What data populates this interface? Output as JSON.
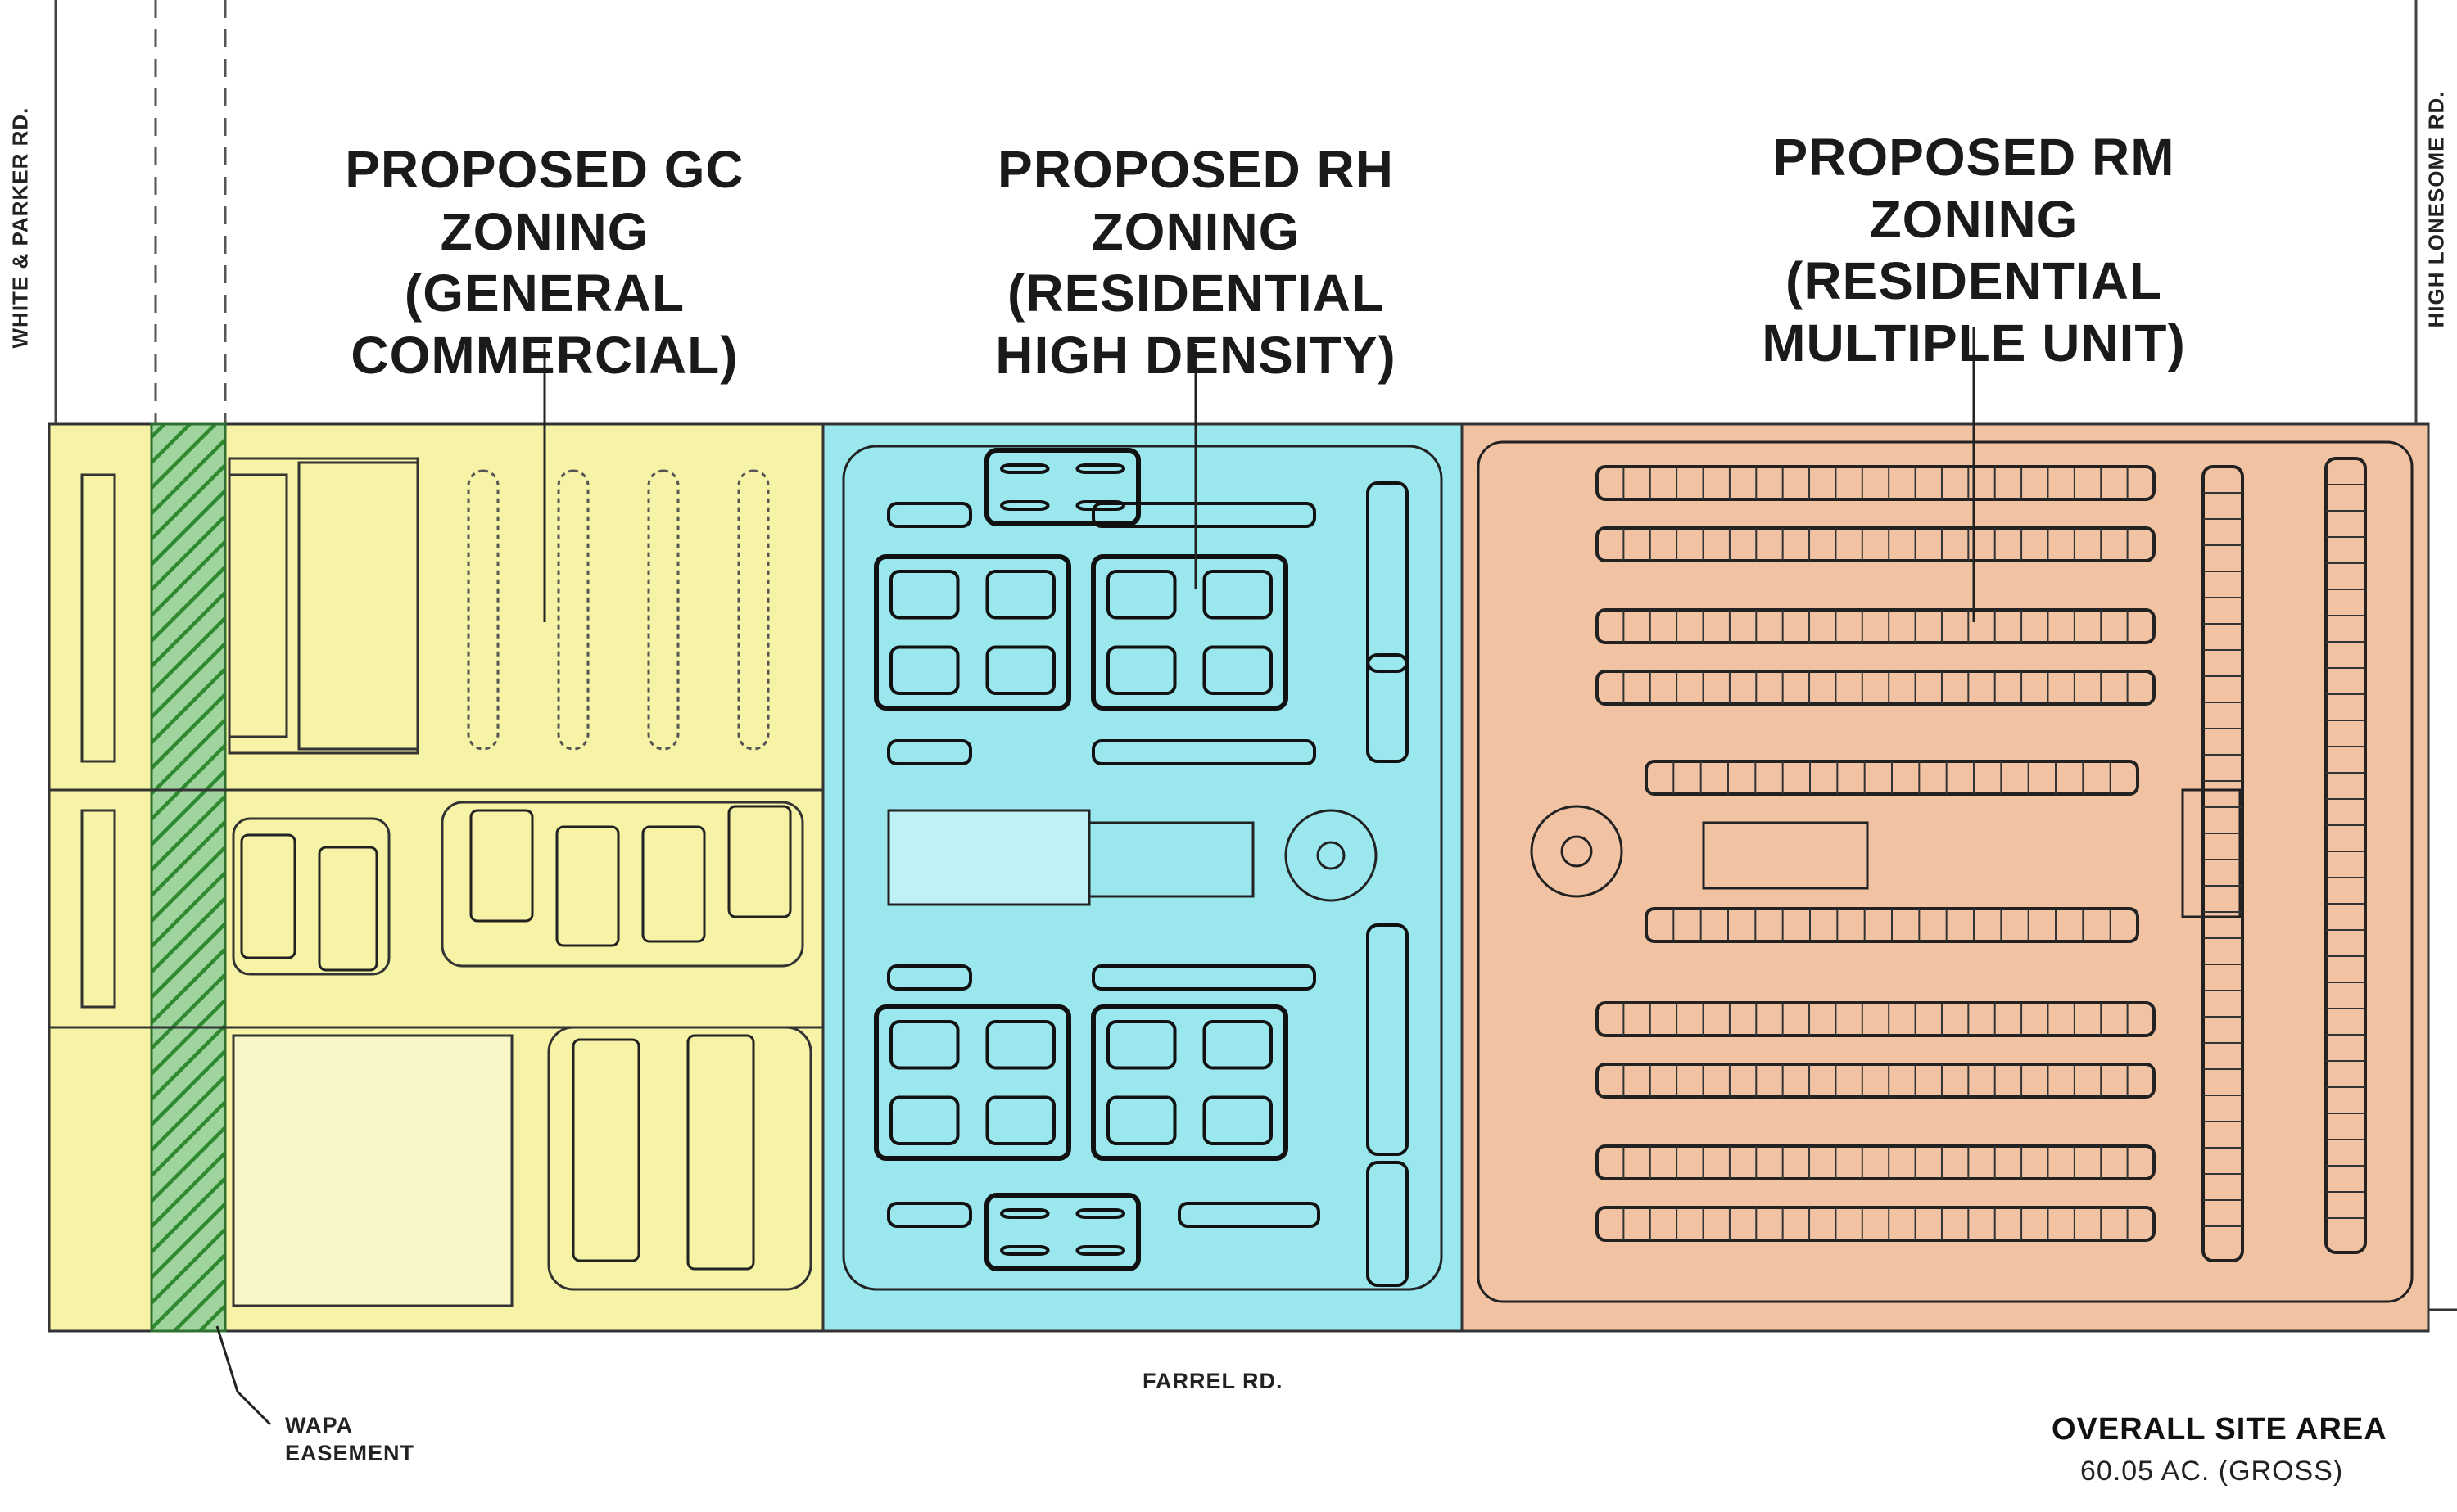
{
  "zones": [
    {
      "id": "gc",
      "label_lines": [
        "PROPOSED GC ZONING",
        "(GENERAL",
        "COMMERCIAL)"
      ],
      "color": "#f6f3a6"
    },
    {
      "id": "rh",
      "label_lines": [
        "PROPOSED RH",
        "ZONING (RESIDENTIAL",
        "HIGH DENSITY)"
      ],
      "color": "#9be7ee"
    },
    {
      "id": "rm",
      "label_lines": [
        "PROPOSED RM ZONING",
        "(RESIDENTIAL",
        "MULTIPLE UNIT)"
      ],
      "color": "#f2c3a3"
    }
  ],
  "roads": {
    "west": "WHITE & PARKER RD.",
    "east": "HIGH LONESOME RD.",
    "south": "FARREL RD."
  },
  "easement": {
    "line1": "WAPA",
    "line2": "EASEMENT",
    "color": "#3c9a3c"
  },
  "site_area": {
    "title": "OVERALL SITE AREA",
    "value": "60.05 AC. (GROSS)"
  }
}
